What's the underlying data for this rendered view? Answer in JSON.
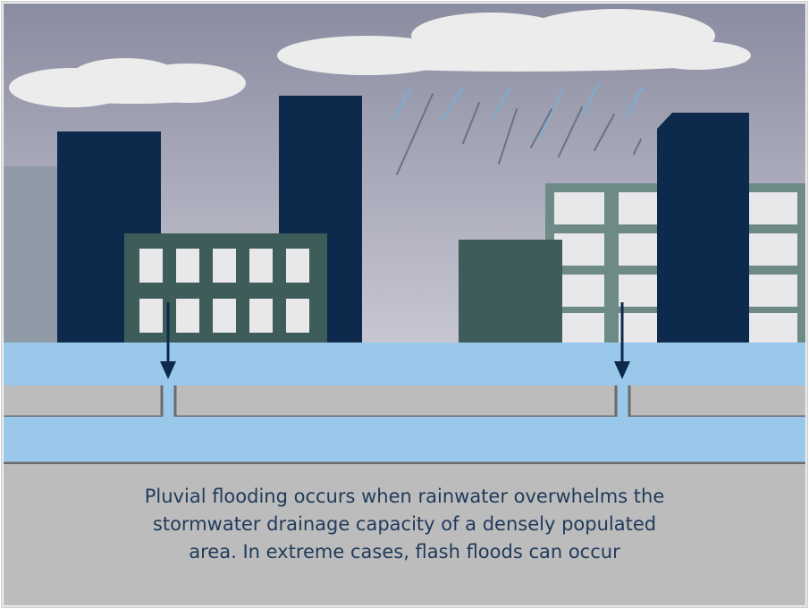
{
  "caption": {
    "line1": "Pluvial flooding occurs when rainwater overwhelms the",
    "line2": "stormwater drainage capacity of a densely populated",
    "line3": "area. In extreme cases, flash floods can occur"
  },
  "colors": {
    "sky_top": "#8a8ca0",
    "sky_bottom": "#c8c7d3",
    "cloud": "#ececec",
    "tall_building": "#0d2a4c",
    "low_building": "#3d5c5a",
    "window": "#e8e8ea",
    "window_frame": "#6e8a86",
    "water": "#99c8ea",
    "ground": "#bcbcbc",
    "drain_line": "#6b6b6b",
    "arrow": "#0d2a4c",
    "rain_light": "#7aaed8",
    "rain_dark": "#6b7280",
    "caption_text": "#1f3a5a"
  }
}
